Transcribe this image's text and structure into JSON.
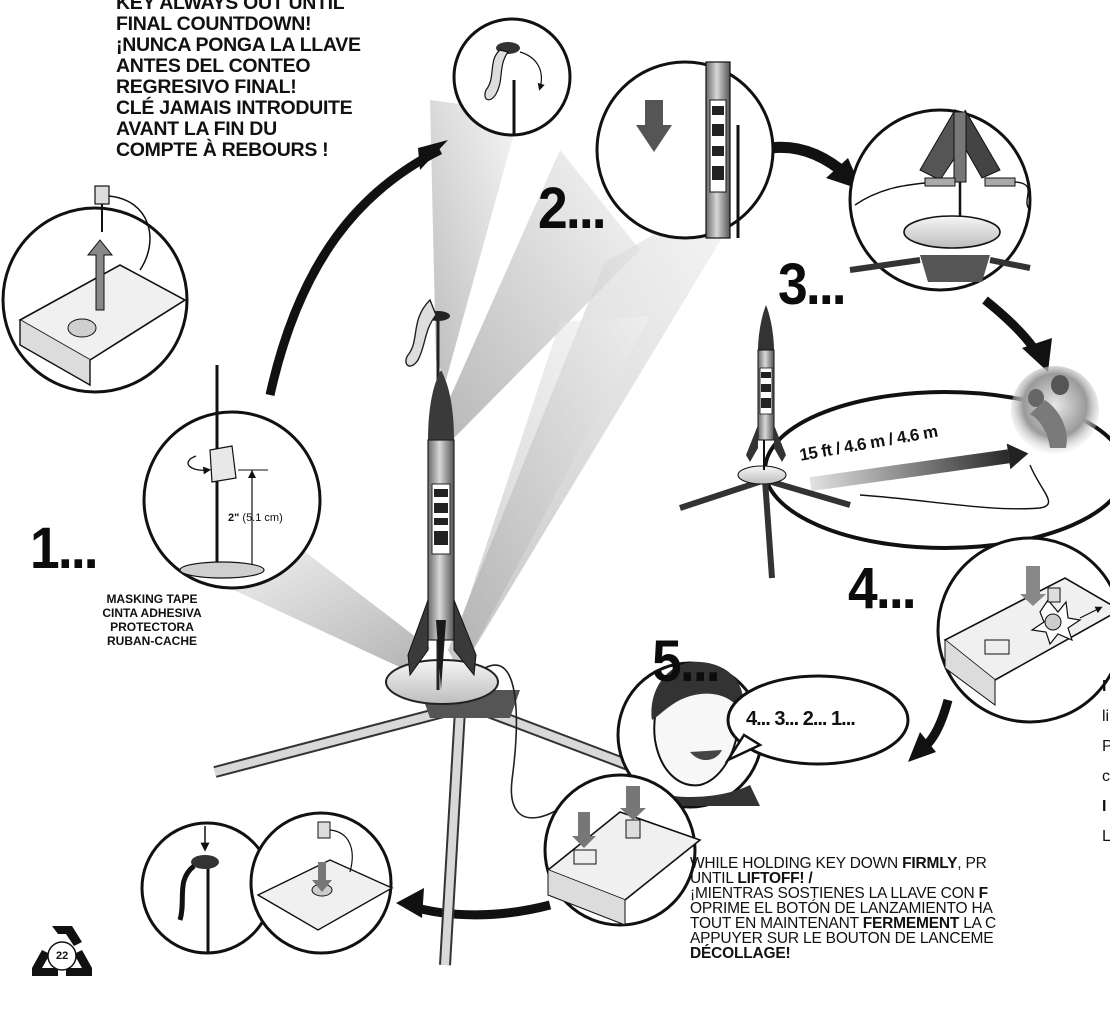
{
  "warning": {
    "lines": [
      "KEY ALWAYS OUT UNTIL",
      "FINAL COUNTDOWN!",
      "¡NUNCA PONGA LA LLAVE",
      "ANTES DEL CONTEO",
      "REGRESIVO FINAL!",
      "CLÉ JAMAIS INTRODUITE",
      "AVANT LA FIN DU",
      "COMPTE À REBOURS !"
    ]
  },
  "steps": {
    "one": "1...",
    "two": "2...",
    "three": "3...",
    "four": "4...",
    "five": "5..."
  },
  "step1": {
    "measure_bold": "2\"",
    "measure_rest": "(5.1 cm)",
    "tape_lines": [
      "MASKING TAPE",
      "CINTA ADHESIVA",
      "PROTECTORA",
      "RUBAN-CACHE"
    ]
  },
  "step3": {
    "distance": "15 ft / 4.6 m / 4.6 m"
  },
  "step5": {
    "countdown": "4... 3... 2... 1..."
  },
  "instructions": {
    "en_pre": "WHILE HOLDING KEY DOWN ",
    "en_bold": "FIRMLY",
    "en_post": ", PR",
    "en2_pre": "UNTIL ",
    "en2_bold": "LIFTOFF! /",
    "es1_pre": "¡MIENTRAS SOSTIENES LA LLAVE CON ",
    "es1_bold": "F",
    "es2": "OPRIME EL BOTÓN DE LANZAMIENTO HA",
    "fr1_pre": "TOUT EN MAINTENANT ",
    "fr1_bold": "FERMEMENT",
    "fr1_post": " LA C",
    "fr2": "APPUYER SUR LE BOUTON DE LANCEME",
    "fr3": "DÉCOLLAGE!"
  },
  "edge_letters": [
    "I",
    "li",
    "P",
    "c",
    "I",
    "L"
  ],
  "page_number": "22",
  "icons": [
    "recycle-icon",
    "launch-key-icon",
    "rocket-icon",
    "arrow-icon"
  ]
}
